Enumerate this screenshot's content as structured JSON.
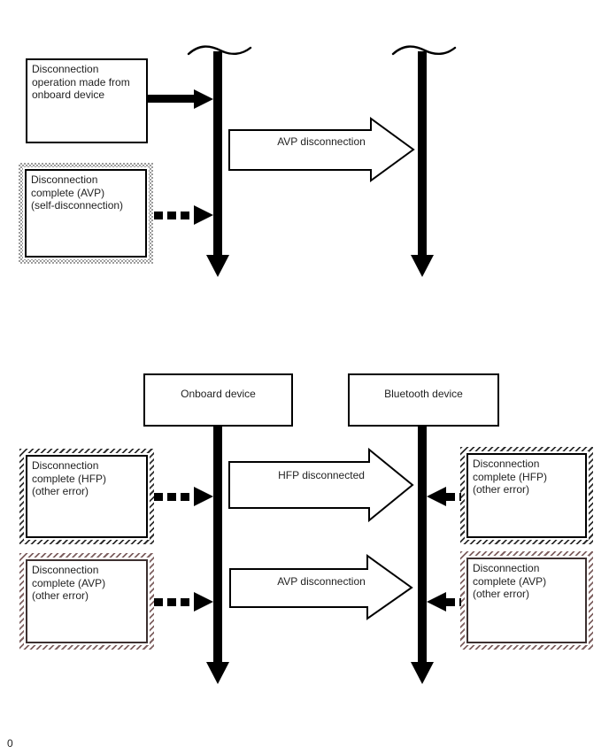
{
  "colors": {
    "line": "#000000",
    "text": "#1f1f1f",
    "box_bg": "#ffffff",
    "hatch_hfp": "#2e2e2e",
    "hatch_avp": "#7e6060",
    "avp_inner_border": "#3c3030",
    "dither": "#9c9c9c"
  },
  "top_section": {
    "operation_box": {
      "lines": [
        "Disconnection",
        "operation made from",
        "onboard device"
      ]
    },
    "self_disconnect_box": {
      "lines": [
        "Disconnection",
        "complete (AVP)",
        "(self-disconnection)"
      ]
    },
    "wide_arrow_label": "AVP disconnection"
  },
  "bottom_section": {
    "onboard_header_label": "Onboard device",
    "bluetooth_header_label": "Bluetooth device",
    "left_boxes": [
      {
        "lines": [
          "Disconnection",
          "complete (HFP)",
          "(other error)"
        ]
      },
      {
        "lines": [
          "Disconnection",
          "complete (AVP)",
          "(other error)"
        ]
      }
    ],
    "right_boxes": [
      {
        "lines": [
          "Disconnection",
          "complete (HFP)",
          "(other error)"
        ]
      },
      {
        "lines": [
          "Disconnection",
          "complete (AVP)",
          "(other error)"
        ]
      }
    ],
    "wide_arrows": [
      {
        "label": "HFP disconnected"
      },
      {
        "label": "AVP disconnection"
      }
    ]
  },
  "footnote": "0"
}
